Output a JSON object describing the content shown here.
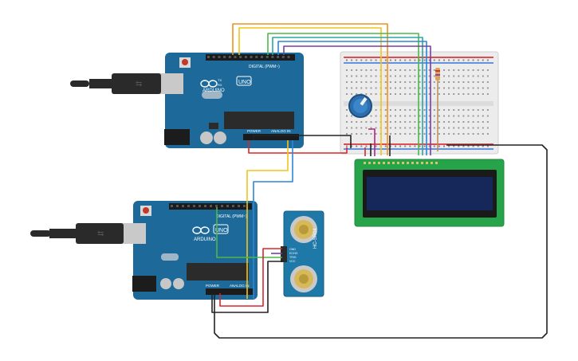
{
  "boards": {
    "top": {
      "brand": "ARDUINO",
      "model": "UNO",
      "digital": "DIGITAL (PWM~)",
      "power": "POWER",
      "analog": "ANALOG IN",
      "tx": "TX",
      "rx": "RX"
    },
    "bottom": {
      "brand": "ARDUINO",
      "model": "UNO",
      "digital": "DIGITAL (PWM~)",
      "power": "POWER",
      "analog": "ANALOG IN"
    }
  },
  "sensor": {
    "name": "HC-SR04",
    "pins": [
      "GND",
      "ECHO",
      "TRIG",
      "VCC"
    ]
  },
  "colors": {
    "board": "#1d6a9a",
    "board_dark": "#155377",
    "header": "#1b1b1b",
    "breadboard": "#e9e9e9",
    "lcd_frame": "#27a44a",
    "lcd_screen": "#16285a",
    "sensor": "#1e79a8",
    "wire_orange": "#f0921b",
    "wire_yellow": "#f2c51b",
    "wire_green": "#4cb848",
    "wire_teal": "#2aa6a0",
    "wire_blue": "#2e86d6",
    "wire_purple": "#7a3ea6",
    "wire_red": "#d9262b",
    "wire_black": "#222222",
    "wire_magenta": "#b0287c"
  },
  "icons": [
    "usb-plug-icon",
    "arduino-logo-icon",
    "potentiometer-icon",
    "resistor-icon"
  ]
}
